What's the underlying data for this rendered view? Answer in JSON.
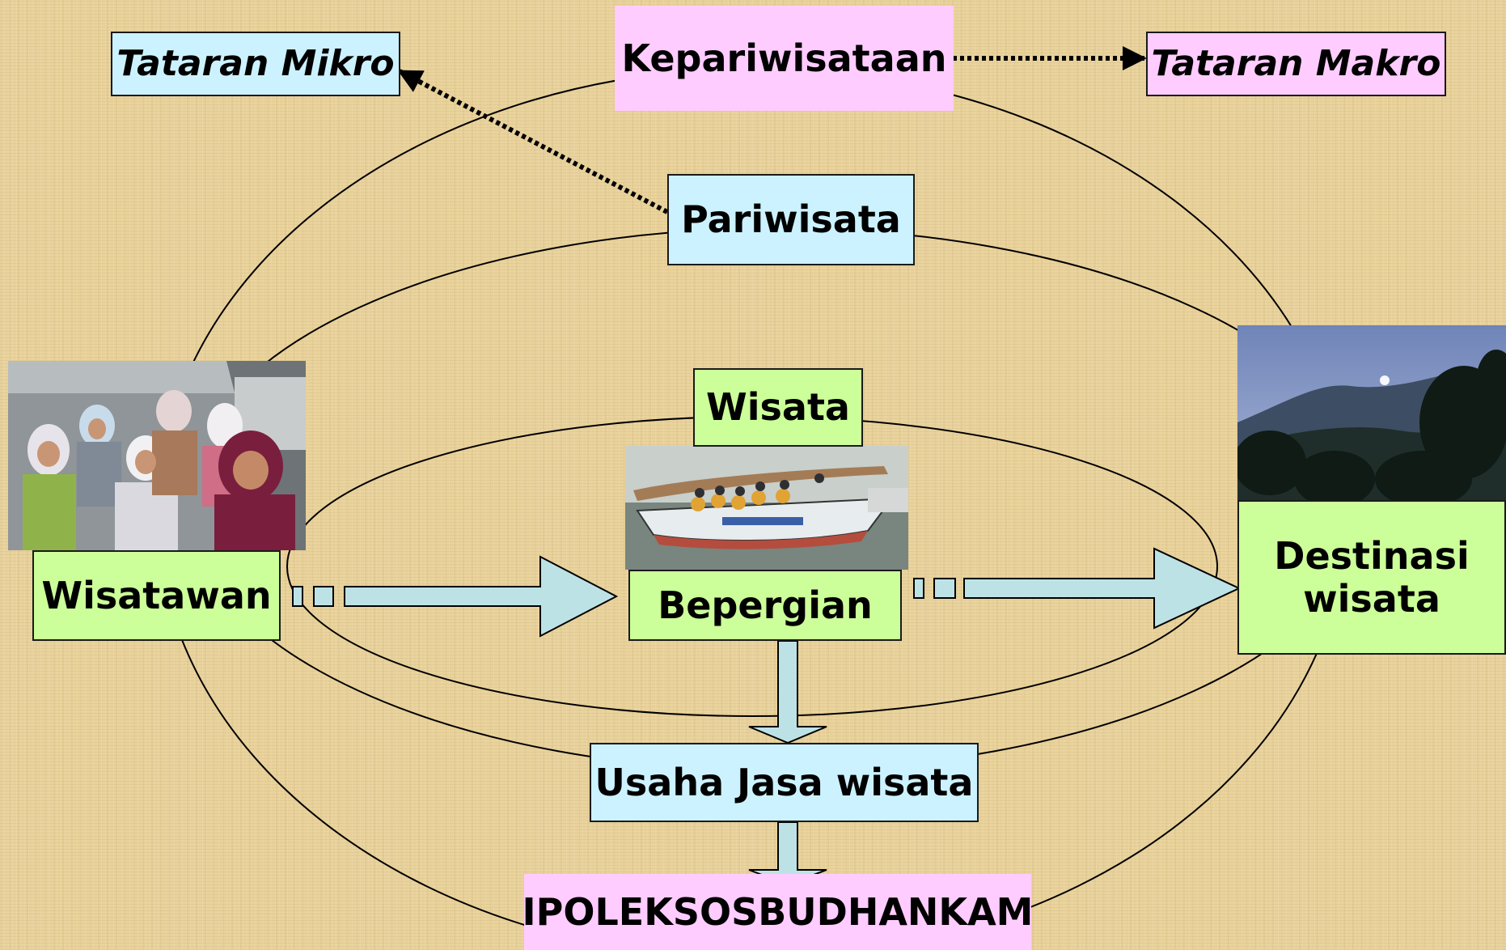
{
  "nodes": {
    "kepariwisataan": "Kepariwisataan",
    "tataran_mikro": "Tataran Mikro",
    "tataran_makro": "Tataran Makro",
    "pariwisata": "Pariwisata",
    "wisata": "Wisata",
    "wisatawan": "Wisatawan",
    "bepergian": "Bepergian",
    "destinasi": "Destinasi wisata",
    "usaha_jasa": "Usaha Jasa wisata",
    "ipoleksosbudhankam": "IPOLEKSOSBUDHANKAM"
  },
  "photos": {
    "tourists": "group-of-tourists-photo",
    "boat": "boat-trip-photo",
    "mountain": "mountain-destination-photo"
  },
  "colors": {
    "pink": "#ffccff",
    "blue": "#ccf2ff",
    "green": "#ccff99",
    "arrow": "#bde2e6",
    "background": "#e9d29b"
  }
}
